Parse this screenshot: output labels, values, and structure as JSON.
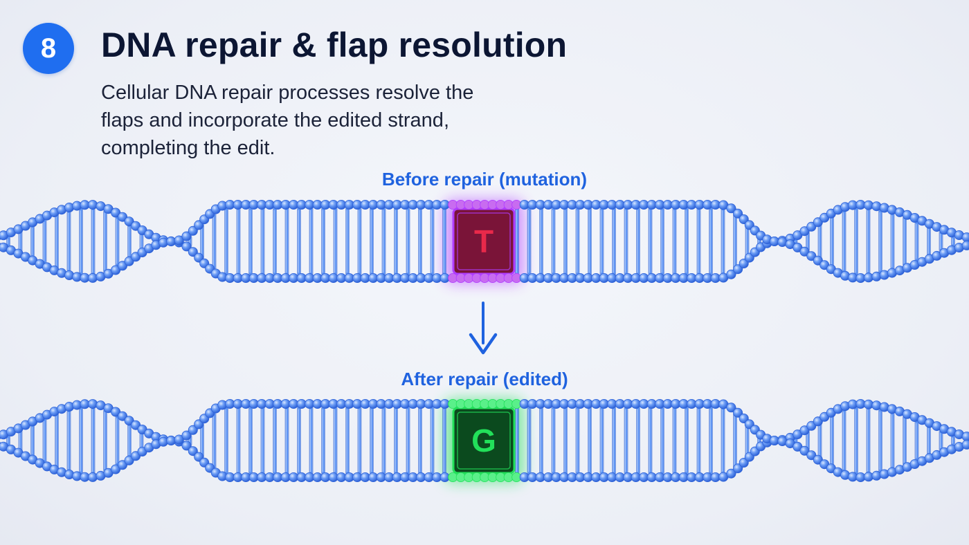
{
  "step": {
    "number": "8",
    "title": "DNA repair & flap resolution",
    "description": "Cellular DNA repair processes resolve the flaps and incorporate the edited strand, completing the edit."
  },
  "before": {
    "label": "Before repair (mutation)",
    "base": "T",
    "highlight_color": "#e8294a",
    "glow_color": "#b03cff"
  },
  "after": {
    "label": "After repair (edited)",
    "base": "G",
    "highlight_color": "#0f8a30",
    "glow_color": "#22e05a"
  },
  "colors": {
    "accent": "#1f6ef0",
    "dna_strand": "#3f7ff0",
    "dna_rung": "#5a92f5",
    "arrow": "#1f62df"
  },
  "icons": {
    "arrow": "arrow-down-icon"
  }
}
